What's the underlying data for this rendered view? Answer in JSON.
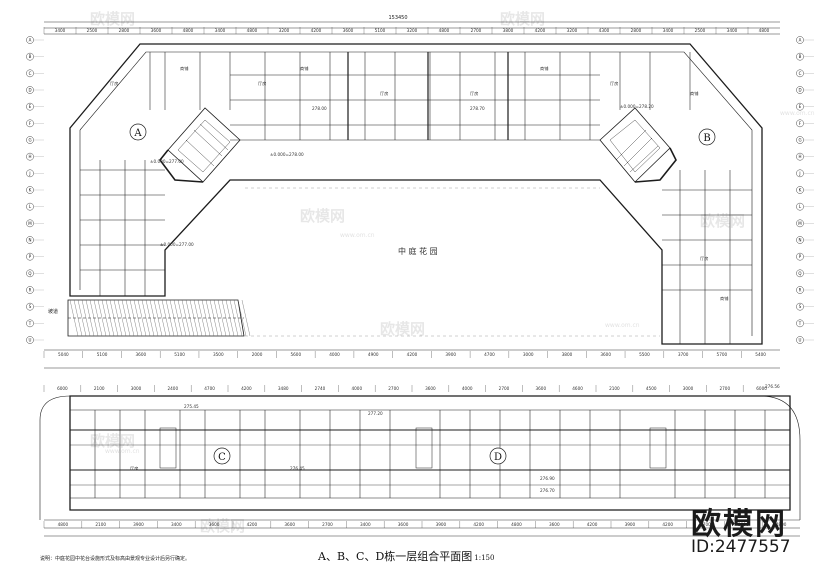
{
  "title": "A、B、C、D栋一层组合平面图",
  "scale": "1:150",
  "garden_label": "中 庭 花 园",
  "building_tags": [
    "A",
    "B",
    "C",
    "D"
  ],
  "top_total_dim": "153450",
  "top_dims": [
    "3400",
    "2500",
    "2800",
    "3600",
    "4800",
    "3400",
    "4800",
    "3200",
    "4200",
    "3600",
    "5100",
    "3200",
    "4800",
    "2700",
    "3800",
    "4200",
    "3200",
    "4300",
    "2800",
    "3400",
    "2500",
    "3400",
    "4800"
  ],
  "mid_dims": [
    "5040",
    "5100",
    "3600",
    "5100",
    "3500",
    "2000",
    "5600",
    "4000",
    "4900",
    "4200",
    "3900",
    "4700",
    "3000",
    "3800",
    "3600",
    "5500",
    "3700",
    "5700",
    "5400"
  ],
  "lower_dims": [
    "6000",
    "2100",
    "3000",
    "2400",
    "4700",
    "4200",
    "3480",
    "2740",
    "4000",
    "2700",
    "3600",
    "4000",
    "2700",
    "3600",
    "4600",
    "2100",
    "4500",
    "3000",
    "2700",
    "6000"
  ],
  "bottom_dims": [
    "4800",
    "2100",
    "3900",
    "3400",
    "3600",
    "4200",
    "3600",
    "2700",
    "3400",
    "3600",
    "3900",
    "4200",
    "4800",
    "3600",
    "4200",
    "3900",
    "4200",
    "2700",
    "3000",
    "4800"
  ],
  "elevations": [
    "±0.000=277.00",
    "±0.000=277.00",
    "±0.000=278.00",
    "±0.000=278.20",
    "275.45",
    "277.20",
    "276.90",
    "278.00",
    "278.70",
    "276.70",
    "276.45",
    "276.56"
  ],
  "room_labels": [
    "厅房",
    "商铺",
    "厅房",
    "商铺",
    "厅房",
    "厅房",
    "商铺",
    "厅房",
    "商铺",
    "厅房",
    "商铺",
    "厅房"
  ],
  "left_axis": [
    "A",
    "B",
    "C",
    "D",
    "E",
    "F",
    "G",
    "H",
    "J",
    "K",
    "L",
    "M",
    "N",
    "P",
    "Q",
    "R",
    "S",
    "T",
    "U"
  ],
  "right_axis": [
    "A",
    "B",
    "C",
    "D",
    "E",
    "F",
    "G",
    "H",
    "J",
    "K",
    "L",
    "M",
    "N",
    "P",
    "Q",
    "R",
    "S",
    "T",
    "U"
  ],
  "note_text": "说明：中庭花园中花台设施形式及标高由景观专业设计后另行确定。",
  "logo_text": "欧模网",
  "id_text": "ID:2477557",
  "watermark_text": "欧模网",
  "watermark_site": "www.om.cn",
  "ramp_label": "坡道",
  "colors": {
    "line": "#1c1c1c",
    "light": "#777777",
    "hatch": "#555555",
    "bg": "#ffffff"
  }
}
